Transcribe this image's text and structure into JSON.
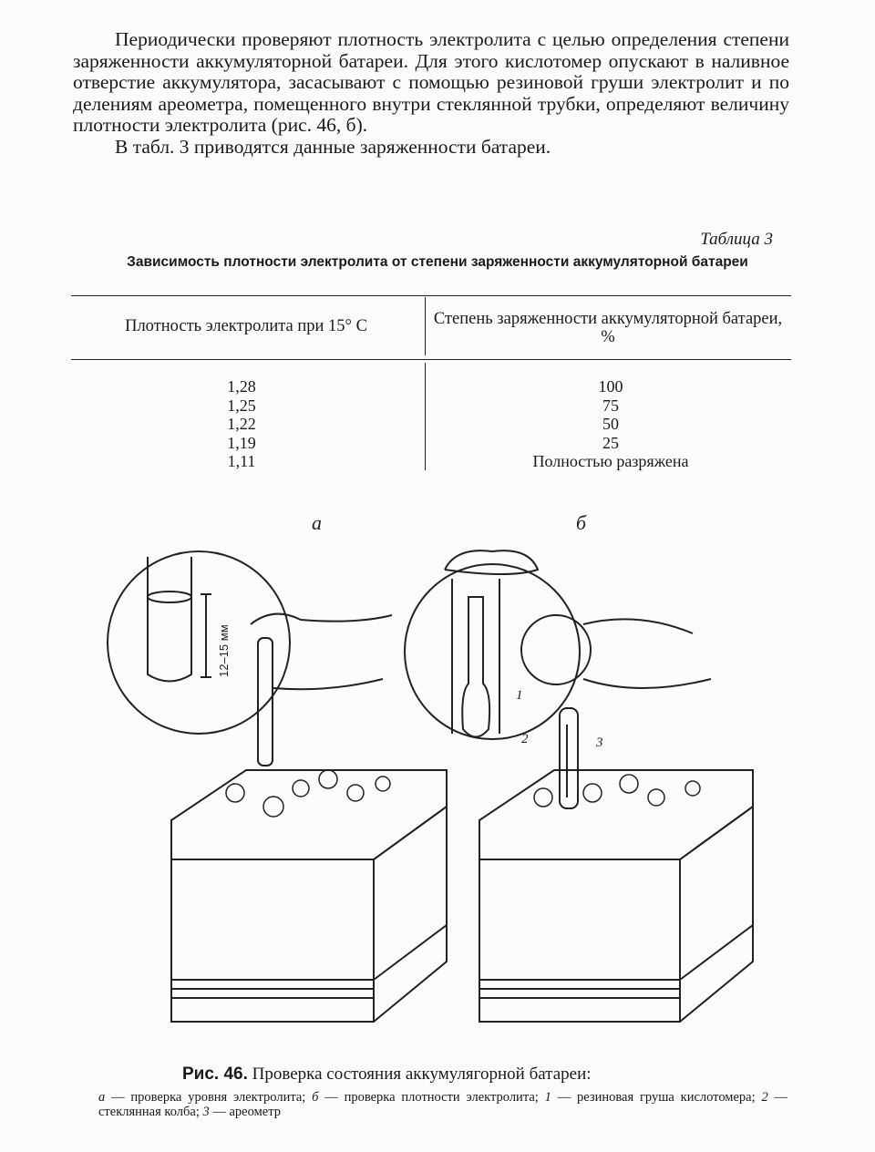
{
  "body_text": {
    "paragraph1": "Периодически проверяют плотность электролита с целью определения степени заряженности аккумуляторной батареи. Для этого кислотомер опускают в наливное отверстие аккумулятора, засасывают с помощью резиновой груши электролит и по делениям ареометра, помещенного внутри стеклянной трубки, определяют величину плотности электролита (рис. 46, б).",
    "paragraph2": "В табл. 3 приводятся данные заряженности батареи."
  },
  "table": {
    "label": "Таблица 3",
    "title": "Зависимость плотности электролита от степени заряженности аккумуляторной батареи",
    "headers": [
      "Плотность электролита при 15° С",
      "Степень заряженности аккумуляторной батареи, %"
    ],
    "rows": [
      [
        "1,28",
        "100"
      ],
      [
        "1,25",
        "75"
      ],
      [
        "1,22",
        "50"
      ],
      [
        "1,19",
        "25"
      ],
      [
        "1,11",
        "Полностью разряжена"
      ]
    ]
  },
  "figure": {
    "label_a": "а",
    "label_b": "б",
    "dimension": "12–15 мм",
    "callouts": [
      "1",
      "2",
      "3"
    ],
    "caption_title_num": "Рис. 46.",
    "caption_title": "Проверка состояния аккумулягорной батареи:",
    "caption_legend": [
      {
        "key": "а",
        "text": "— проверка уровня электролита;"
      },
      {
        "key": "б",
        "text": "— проверка плотности электролита;"
      },
      {
        "key": "1",
        "text": "— резиновая груша кислотомера;"
      },
      {
        "key": "2",
        "text": "— стеклянная колба;"
      },
      {
        "key": "3",
        "text": "— ареометр"
      }
    ]
  }
}
